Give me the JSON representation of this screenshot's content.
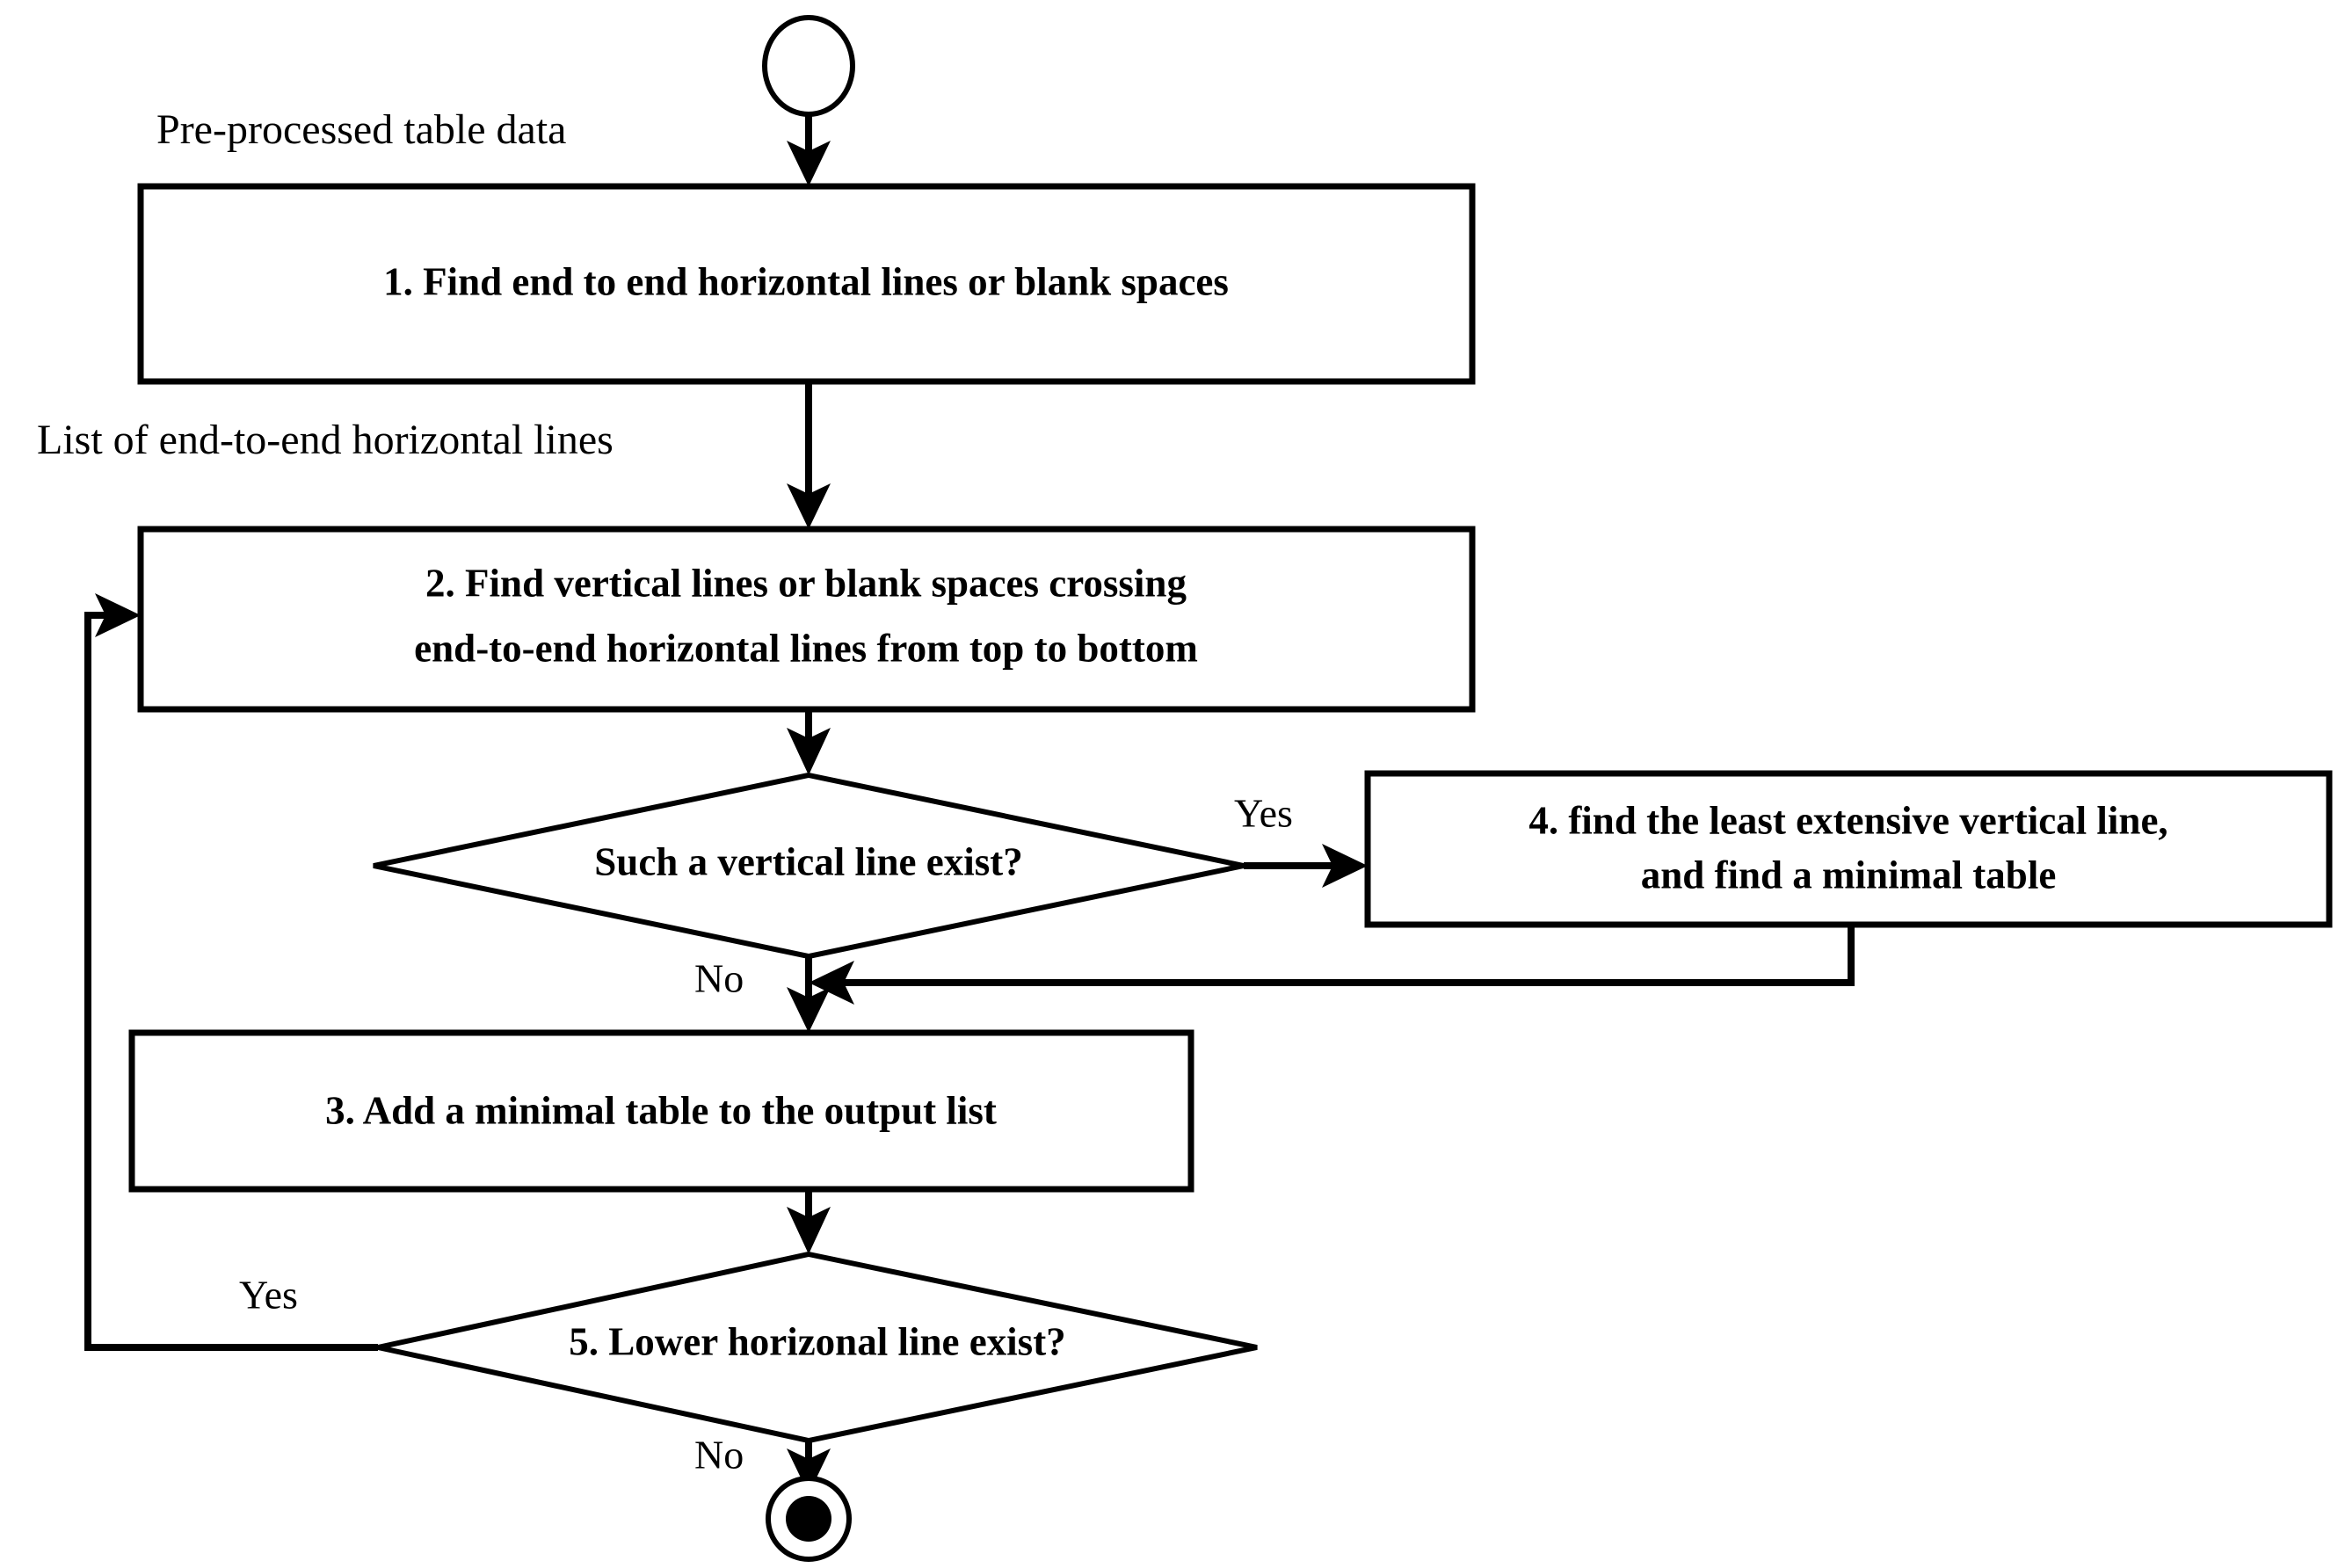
{
  "diagram": {
    "title": "Table extraction algorithm flowchart",
    "background_color": "#ffffff",
    "line_color": "#000000"
  },
  "start_node": {
    "name": "start",
    "shape": "circle"
  },
  "end_node": {
    "name": "end",
    "shape": "bullseye"
  },
  "data_labels": [
    {
      "id": "input_label",
      "text": "Pre-processed table data"
    },
    {
      "id": "intermediate_label",
      "text": "List of end-to-end horizontal lines"
    }
  ],
  "nodes": {
    "step1": {
      "shape": "process",
      "lines": [
        "1. Find end to end horizontal lines or blank spaces"
      ],
      "line1": "1. Find end to end horizontal lines or blank spaces"
    },
    "step2": {
      "shape": "process",
      "lines": [
        "2. Find vertical lines or blank spaces crossing",
        "end-to-end horizontal lines from top to bottom"
      ],
      "line1": "2. Find vertical lines or blank spaces crossing",
      "line2": "end-to-end horizontal lines from top to bottom"
    },
    "decision_vertical": {
      "shape": "decision",
      "lines": [
        "Such a vertical line exist?"
      ],
      "line1": "Such a vertical line exist?"
    },
    "step4": {
      "shape": "process",
      "lines": [
        "4. find the least extensive vertical line,",
        "and find a minimal table"
      ],
      "line1": "4. find the least extensive vertical line,",
      "line2": "and find a minimal table"
    },
    "step3": {
      "shape": "process",
      "lines": [
        "3. Add a minimal table to the output list"
      ],
      "line1": "3. Add a minimal table to the output list"
    },
    "decision_lower": {
      "shape": "decision",
      "lines": [
        "5. Lower horizonal line exist?"
      ],
      "line1": "5. Lower horizonal line exist?"
    }
  },
  "edge_labels": {
    "vertical_yes": "Yes",
    "vertical_no": "No",
    "lower_yes": "Yes",
    "lower_no": "No"
  }
}
